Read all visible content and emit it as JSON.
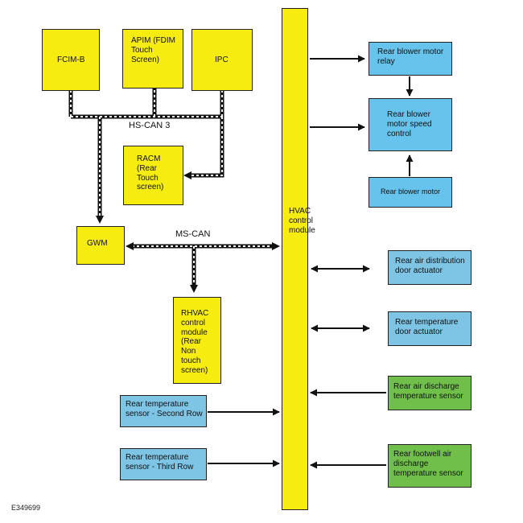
{
  "modules": {
    "fcim": "FCIM-B",
    "apim": "APIM (FDIM Touch Screen)",
    "ipc": "IPC",
    "racm": "RACM (Rear Touch screen)",
    "gwm": "GWM",
    "rhvac": "RHVAC control module (Rear Non touch screen)",
    "hvac": "HVAC control module",
    "rear_temp_second": "Rear temperature sensor - Second Row",
    "rear_temp_third": "Rear temperature sensor - Third Row",
    "rear_blower_relay": "Rear blower motor relay",
    "rear_blower_speed": "Rear blower motor speed control",
    "rear_blower_motor": "Rear blower motor",
    "rear_air_dist": "Rear air distribution door actuator",
    "rear_temp_door": "Rear temperature door actuator",
    "rear_air_discharge": "Rear air discharge temperature sensor",
    "rear_footwell": "Rear footwell air discharge temperature sensor"
  },
  "buses": {
    "hs_can": "HS-CAN 3",
    "ms_can": "MS-CAN"
  },
  "colors": {
    "module": "#f7ec10",
    "actuator": "#66c3ec",
    "sensor_input": "#7ec4e4",
    "sensor_output": "#6fbf4a"
  },
  "footer_code": "E349699"
}
